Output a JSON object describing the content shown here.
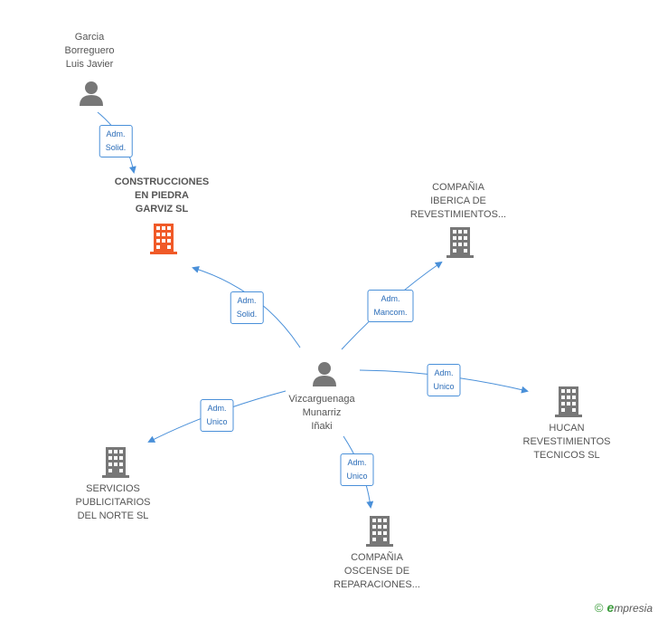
{
  "nodes": {
    "garcia": {
      "label": "Garcia\nBorreguero\nLuis Javier",
      "type": "person",
      "color": "#777777"
    },
    "construcciones": {
      "label": "CONSTRUCCIONES\nEN PIEDRA\nGARVIZ SL",
      "type": "company",
      "color": "#f05a28"
    },
    "iberica": {
      "label": "COMPAÑIA\nIBERICA DE\nREVESTIMIENTOS...",
      "type": "company",
      "color": "#777777"
    },
    "vizcarguenaga": {
      "label": "Vizcarguenaga\nMunarriz\nIñaki",
      "type": "person",
      "color": "#777777"
    },
    "hucan": {
      "label": "HUCAN\nREVESTIMIENTOS\nTECNICOS SL",
      "type": "company",
      "color": "#777777"
    },
    "servicios": {
      "label": "SERVICIOS\nPUBLICITARIOS\nDEL NORTE SL",
      "type": "company",
      "color": "#777777"
    },
    "oscense": {
      "label": "COMPAÑIA\nOSCENSE DE\nREPARACIONES...",
      "type": "company",
      "color": "#777777"
    }
  },
  "edges": {
    "garcia_construcciones": "Adm.\nSolid.",
    "vizc_construcciones": "Adm.\nSolid.",
    "vizc_iberica": "Adm.\nMancom.",
    "vizc_hucan": "Adm.\nUnico",
    "vizc_servicios": "Adm.\nUnico",
    "vizc_oscense": "Adm.\nUnico"
  },
  "edge_color": "#4a90d9",
  "watermark": {
    "symbol": "©",
    "brand_initial": "e",
    "brand_rest": "mpresia"
  }
}
